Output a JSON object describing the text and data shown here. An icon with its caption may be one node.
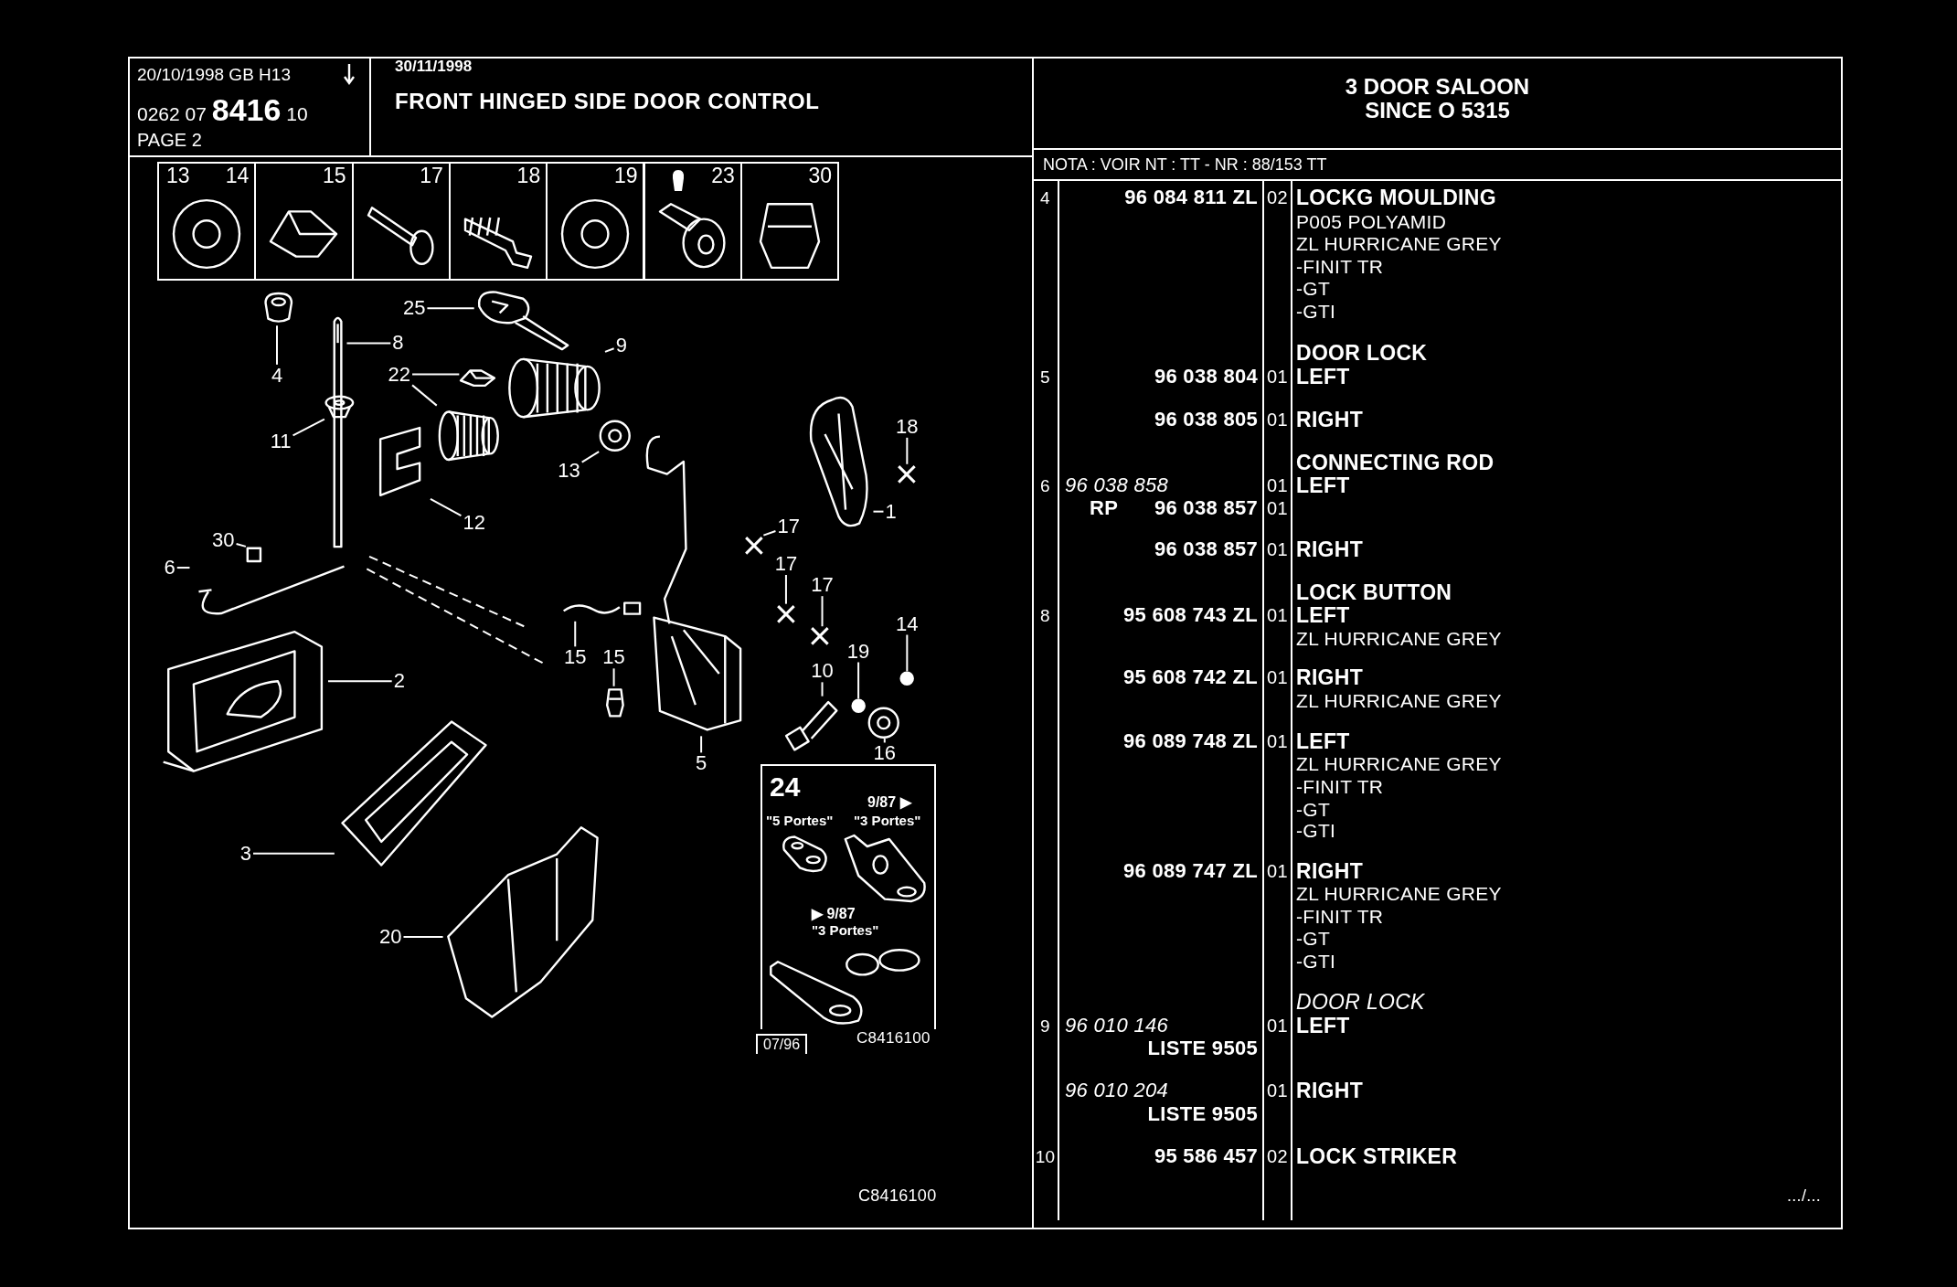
{
  "diagram": {
    "title": "FRONT HINGED SIDE DOOR CONTROL",
    "nodes": [
      {
        "text": [
          "20/10/1998 GB H13",
          "0262 07 **8416** 10",
          "PAGE 2"
        ]
      },
      {
        "text": [
          "30/11/1998"
        ]
      },
      {
        "text": [
          "3 DOOR SALOON",
          "SINCE O 5315"
        ]
      },
      {
        "text": [
          "NOTA : VOIR NT : TT - NR : 88/153 TT"
        ]
      },
      {
        "text": [
          "13",
          "14"
        ]
      },
      {
        "text": [
          "15"
        ]
      },
      {
        "text": [
          "17"
        ]
      },
      {
        "text": [
          "18"
        ]
      },
      {
        "text": [
          "19"
        ]
      },
      {
        "text": [
          "23"
        ]
      },
      {
        "text": [
          "30"
        ]
      },
      {
        "text": [
          "4"
        ]
      },
      {
        "text": [],
        "shape": "picture"
      },
      {
        "text": [
          "8"
        ]
      },
      {
        "text": [],
        "shape": "picture"
      },
      {
        "text": [
          "25"
        ]
      },
      {
        "text": [],
        "shape": "picture"
      },
      {
        "text": [
          "9"
        ]
      },
      {
        "text": [],
        "shape": "picture"
      },
      {
        "text": [
          "22"
        ]
      },
      {
        "text": [],
        "shape": "picture"
      },
      {
        "text": [],
        "shape": "picture"
      },
      {
        "text": [
          "11"
        ]
      },
      {
        "text": [],
        "shape": "picture"
      },
      {
        "text": [
          "13"
        ]
      },
      {
        "text": [],
        "shape": "picture"
      },
      {
        "text": [
          "18"
        ]
      },
      {
        "text": [],
        "shape": "picture"
      },
      {
        "text": [
          "12"
        ]
      },
      {
        "text": [],
        "shape": "picture"
      },
      {
        "text": [
          "1"
        ]
      },
      {
        "text": [],
        "shape": "picture"
      },
      {
        "text": [
          "17"
        ]
      },
      {
        "text": [],
        "shape": "picture"
      },
      {
        "text": [
          "17"
        ]
      },
      {
        "text": [],
        "shape": "picture"
      },
      {
        "text": [
          "30"
        ]
      },
      {
        "text": [],
        "shape": "box"
      },
      {
        "text": [
          "17"
        ]
      },
      {
        "text": [],
        "shape": "picture"
      },
      {
        "text": [
          "6"
        ]
      },
      {
        "text": [],
        "shape": "picture"
      },
      {
        "text": [
          "14"
        ]
      },
      {
        "text": [],
        "shape": "circle"
      },
      {
        "text": [
          "19"
        ]
      },
      {
        "text": [],
        "shape": "circle"
      },
      {
        "text": [
          "15"
        ]
      },
      {
        "text": [],
        "shape": "picture"
      },
      {
        "text": [
          "15"
        ]
      },
      {
        "text": [],
        "shape": "picture"
      },
      {
        "text": [
          "10"
        ]
      },
      {
        "text": [],
        "shape": "picture"
      },
      {
        "text": [
          "2"
        ]
      },
      {
        "text": [],
        "shape": "picture"
      },
      {
        "text": [
          "16"
        ]
      },
      {
        "text": [],
        "shape": "picture"
      },
      {
        "text": [
          "5"
        ]
      },
      {
        "text": [],
        "shape": "picture"
      },
      {
        "text": [
          "3"
        ]
      },
      {
        "text": [],
        "shape": "picture"
      },
      {
        "text": [
          "20"
        ]
      },
      {
        "text": [],
        "shape": "picture"
      },
      {
        "text": [
          "24",
          "9/87 ▶",
          "\"5 Portes\"",
          "\"3 Portes\"",
          "▶ 9/87",
          "\"3 Portes\""
        ],
        "beside": [
          "C8416100"
        ]
      },
      {
        "text": [
          "07/96"
        ]
      }
    ],
    "edges": [
      {
        "from": 11,
        "to": 12,
        "arrow": "none"
      },
      {
        "from": 13,
        "to": 14,
        "arrow": "none"
      },
      {
        "from": 15,
        "to": 16,
        "arrow": "none"
      },
      {
        "from": 17,
        "to": 18,
        "arrow": "none"
      },
      {
        "from": 19,
        "to": 20,
        "arrow": "none"
      },
      {
        "from": 19,
        "to": 21,
        "arrow": "none"
      },
      {
        "from": 22,
        "to": 23,
        "arrow": "none"
      },
      {
        "from": 24,
        "to": 25,
        "arrow": "none"
      },
      {
        "from": 26,
        "to": 27,
        "arrow": "none"
      },
      {
        "from": 28,
        "to": 29,
        "arrow": "none"
      },
      {
        "from": 30,
        "to": 31,
        "arrow": "none"
      },
      {
        "from": 32,
        "to": 33,
        "arrow": "none"
      },
      {
        "from": 34,
        "to": 35,
        "arrow": "none"
      },
      {
        "from": 36,
        "to": 37,
        "arrow": "none"
      },
      {
        "from": 38,
        "to": 39,
        "arrow": "none"
      },
      {
        "from": 40,
        "to": 41,
        "arrow": "none"
      },
      {
        "from": 42,
        "to": 43,
        "arrow": "none"
      },
      {
        "from": 44,
        "to": 45,
        "arrow": "none"
      },
      {
        "from": 46,
        "to": 47,
        "arrow": "none"
      },
      {
        "from": 48,
        "to": 49,
        "arrow": "none"
      },
      {
        "from": 50,
        "to": 51,
        "arrow": "none"
      },
      {
        "from": 52,
        "to": 53,
        "arrow": "none"
      },
      {
        "from": 54,
        "to": 55,
        "arrow": "none"
      },
      {
        "from": 56,
        "to": 57,
        "arrow": "none"
      },
      {
        "from": 58,
        "to": 59,
        "arrow": "none"
      },
      {
        "from": 60,
        "to": 61,
        "arrow": "none"
      }
    ],
    "labels": [
      "4",
      "96 084 811 ZL",
      "02",
      "LOCKG MOULDING",
      "P005 POLYAMID",
      "ZL HURRICANE GREY",
      "-FINIT TR",
      "-GT",
      "-GTI",
      "DOOR LOCK",
      "5",
      "96 038 804",
      "01",
      "LEFT",
      "96 038 805",
      "01",
      "RIGHT",
      "CONNECTING ROD",
      "6",
      "96 038 858",
      "01",
      "LEFT",
      "RP",
      "96 038 857",
      "01",
      "96 038 857",
      "01",
      "RIGHT",
      "LOCK BUTTON",
      "8",
      "95 608 743 ZL",
      "01",
      "LEFT",
      "ZL HURRICANE GREY",
      "95 608 742 ZL",
      "01",
      "RIGHT",
      "ZL HURRICANE GREY",
      "96 089 748 ZL",
      "01",
      "LEFT",
      "ZL HURRICANE GREY",
      "-FINIT TR",
      "-GT",
      "-GTI",
      "96 089 747 ZL",
      "01",
      "RIGHT",
      "ZL HURRICANE GREY",
      "-FINIT TR",
      "-GT",
      "-GTI",
      "DOOR LOCK",
      "9",
      "96 010 146",
      "01",
      "LEFT",
      "LISTE 9505",
      "96 010 204",
      "01",
      "RIGHT",
      "LISTE 9505",
      "10",
      "95 586 457",
      "02",
      "LOCK STRIKER",
      "C8416100",
      ".../..."
    ]
  }
}
